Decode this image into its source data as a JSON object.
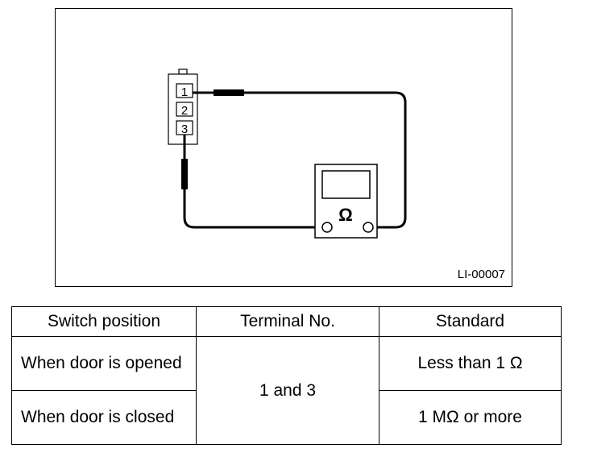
{
  "figure": {
    "id_label": "LI-00007",
    "connector_pins": [
      "1",
      "2",
      "3"
    ],
    "meter_symbol": "Ω"
  },
  "table": {
    "headers": [
      "Switch position",
      "Terminal No.",
      "Standard"
    ],
    "rows": [
      {
        "position": "When door is opened",
        "terminal": "1 and 3",
        "standard": "Less than 1 Ω"
      },
      {
        "position": "When door is closed",
        "terminal": "1 and 3",
        "standard": "1 MΩ or more"
      }
    ]
  }
}
